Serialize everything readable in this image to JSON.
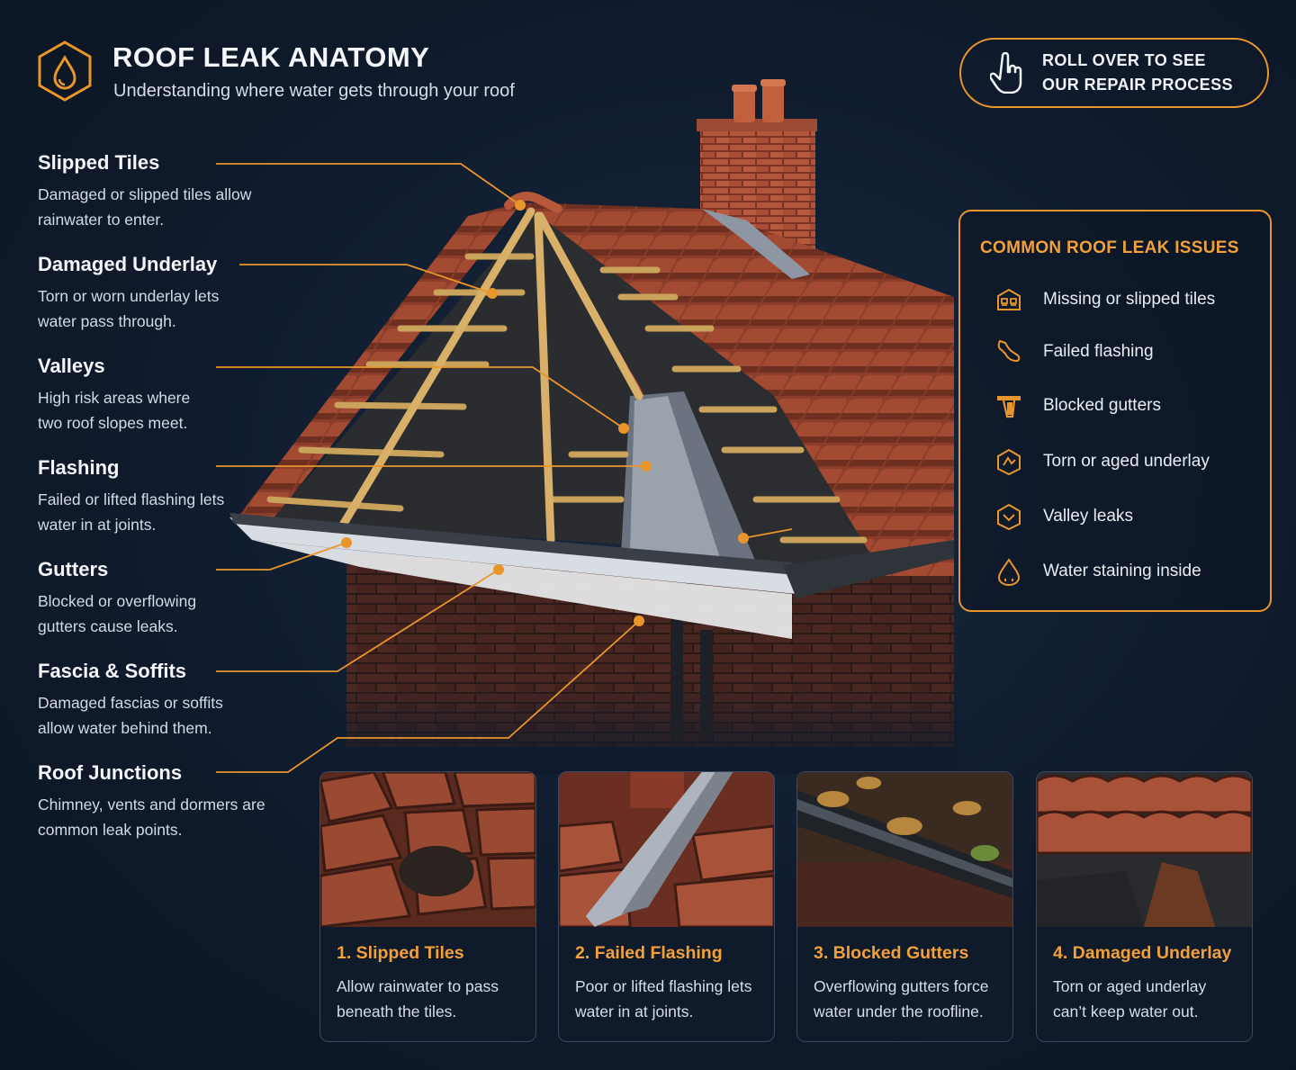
{
  "header": {
    "title": "ROOF LEAK ANATOMY",
    "subtitle": "Understanding where water gets through your roof"
  },
  "rollover_button": {
    "line1": "ROLL OVER TO SEE",
    "line2": "OUR REPAIR PROCESS"
  },
  "labels": [
    {
      "title": "Slipped Tiles",
      "desc": "Damaged or slipped tiles allow rainwater to enter."
    },
    {
      "title": "Damaged Underlay",
      "desc": "Torn or worn underlay lets water pass through."
    },
    {
      "title": "Valleys",
      "desc": "High risk areas where two roof slopes meet."
    },
    {
      "title": "Flashing",
      "desc": "Failed or lifted flashing lets water in at joints."
    },
    {
      "title": "Gutters",
      "desc": "Blocked or overflowing gutters cause leaks."
    },
    {
      "title": "Fascia & Soffits",
      "desc": "Damaged fascias or soffits allow water behind them."
    },
    {
      "title": "Roof Junctions",
      "desc": "Chimney, vents and dormers are common leak points."
    }
  ],
  "issues_panel": {
    "title": "COMMON ROOF LEAK ISSUES",
    "items": [
      {
        "label": "Missing or slipped tiles",
        "icon": "tiles-icon"
      },
      {
        "label": "Failed flashing",
        "icon": "flashing-icon"
      },
      {
        "label": "Blocked gutters",
        "icon": "gutter-icon"
      },
      {
        "label": "Torn or aged underlay",
        "icon": "underlay-icon"
      },
      {
        "label": "Valley leaks",
        "icon": "valley-icon"
      },
      {
        "label": "Water staining inside",
        "icon": "water-drop-icon"
      }
    ]
  },
  "cards": [
    {
      "title": "1. Slipped Tiles",
      "desc": "Allow rainwater to pass beneath the tiles."
    },
    {
      "title": "2. Failed Flashing",
      "desc": "Poor or lifted flashing lets water in at joints."
    },
    {
      "title": "3. Blocked Gutters",
      "desc": "Overflowing gutters force water under the roofline."
    },
    {
      "title": "4. Damaged Underlay",
      "desc": "Torn or aged underlay can’t keep water out."
    }
  ],
  "colors": {
    "accent": "#e8962c",
    "background": "#0f1b2c",
    "tile": "#8a3d2a",
    "underlay": "#2a2c30",
    "batten": "#c9a35c"
  }
}
